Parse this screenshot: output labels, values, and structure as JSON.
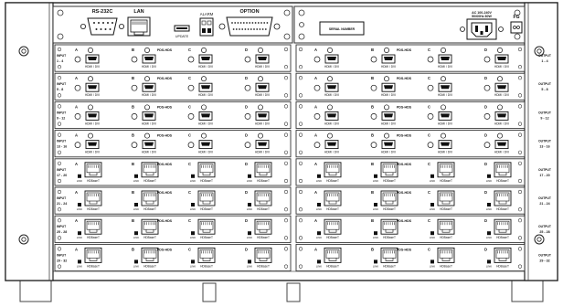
{
  "top_panel": {
    "rs232c_label": "RS-232C",
    "lan_label": "LAN",
    "update_label": "UPDATE",
    "alarm_label": "ALARM",
    "option_label": "OPTION",
    "serial_number_label": "SERIAL NUMBER",
    "power_label_line1": "AC 100-240V",
    "power_label_line2": "50/60Hz 80W",
    "fg_label": "FG"
  },
  "slot_port_letters": [
    "A",
    "B",
    "C",
    "D"
  ],
  "hdmi_port_label": "HDMI / DVI",
  "hdbt_port_label": "HDBaseT",
  "hdbt_link_label": "LINK",
  "card_model": "PDS-HDS",
  "input_label": "INPUT",
  "output_label": "OUTPUT",
  "rows": [
    {
      "type": "hdmi",
      "range": "1 - 4"
    },
    {
      "type": "hdmi",
      "range": "5 - 8"
    },
    {
      "type": "hdmi",
      "range": "9 - 12"
    },
    {
      "type": "hdmi",
      "range": "13 - 16"
    },
    {
      "type": "hdbt",
      "range": "17 - 20"
    },
    {
      "type": "hdbt",
      "range": "21 - 24"
    },
    {
      "type": "hdbt",
      "range": "25 - 28"
    },
    {
      "type": "hdbt",
      "range": "29 - 32"
    }
  ]
}
